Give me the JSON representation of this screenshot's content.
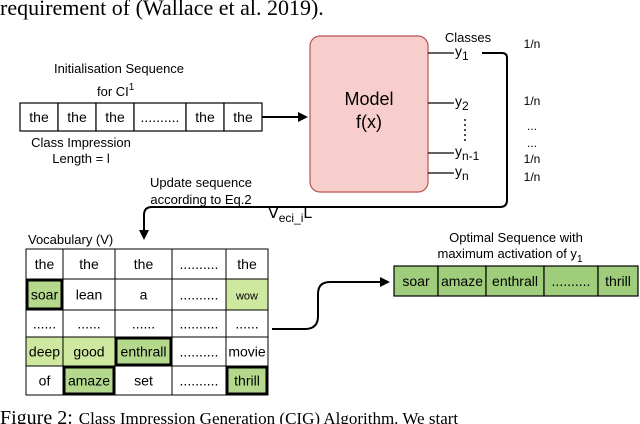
{
  "header_text": "requirement of (Wallace et al. 2019).",
  "caption": {
    "label": "Figure 2:",
    "text": "Class Impression Generation (CIG) Algorithm. We start"
  },
  "init_sequence": {
    "title_line1": "Initialisation Sequence",
    "title_line2": "for CI",
    "title_sup": "1",
    "tokens": [
      "the",
      "the",
      "the",
      "..........",
      "the",
      "the"
    ],
    "label_line1": "Class Impression",
    "label_line2": "Length = l"
  },
  "model": {
    "line1": "Model",
    "line2": "f(x)"
  },
  "classes": {
    "title": "Classes",
    "outputs": [
      {
        "base": "y",
        "sub": "1",
        "prob": "1/n"
      },
      {
        "base": "y",
        "sub": "2",
        "prob": "1/n"
      },
      {
        "base": "y",
        "sub": "n-1",
        "prob": "1/n"
      },
      {
        "base": "y",
        "sub": "n",
        "prob": "1/n"
      }
    ],
    "prob_dots": [
      "...",
      "..."
    ]
  },
  "update": {
    "line1": "Update sequence",
    "line2": "according to Eq.2",
    "gradient_symbol": "∇",
    "gradient_sub": "eci_i",
    "gradient_var": "L"
  },
  "vocabulary": {
    "title": "Vocabulary (V)",
    "rows": [
      [
        {
          "text": "the"
        },
        {
          "text": "the"
        },
        {
          "text": "the"
        },
        {
          "text": ".........."
        },
        {
          "text": "the"
        }
      ],
      [
        {
          "text": "soar",
          "fill": "#b4d98c",
          "bold": true
        },
        {
          "text": "lean"
        },
        {
          "text": "a"
        },
        {
          "text": ".........."
        },
        {
          "text": "wow",
          "fill": "#cfe8a0",
          "small": true
        }
      ],
      [
        {
          "text": "......"
        },
        {
          "text": "......"
        },
        {
          "text": "......"
        },
        {
          "text": ".........."
        },
        {
          "text": "......"
        }
      ],
      [
        {
          "text": "deep",
          "fill": "#cfe8a0"
        },
        {
          "text": "good",
          "fill": "#cfe8a0"
        },
        {
          "text": "enthrall",
          "fill": "#b4d98c",
          "bold": true
        },
        {
          "text": ".........."
        },
        {
          "text": "movie"
        }
      ],
      [
        {
          "text": "of"
        },
        {
          "text": "amaze",
          "fill": "#b4d98c",
          "bold": true
        },
        {
          "text": "set"
        },
        {
          "text": ".........."
        },
        {
          "text": "thrill",
          "fill": "#b4d98c",
          "bold": true
        }
      ]
    ]
  },
  "optimal": {
    "title_line1": "Optimal Sequence with",
    "title_line2": "maximum activation of y",
    "title_sub": "1",
    "tokens": [
      "soar",
      "amaze",
      "enthrall",
      "..........",
      "thrill"
    ]
  },
  "colors": {
    "model_fill": "#f8cecc",
    "model_stroke": "#b85450",
    "green_strong": "#b4d98c",
    "green_light": "#cfe8a0",
    "optimal_fill": "#9fcd7c"
  }
}
